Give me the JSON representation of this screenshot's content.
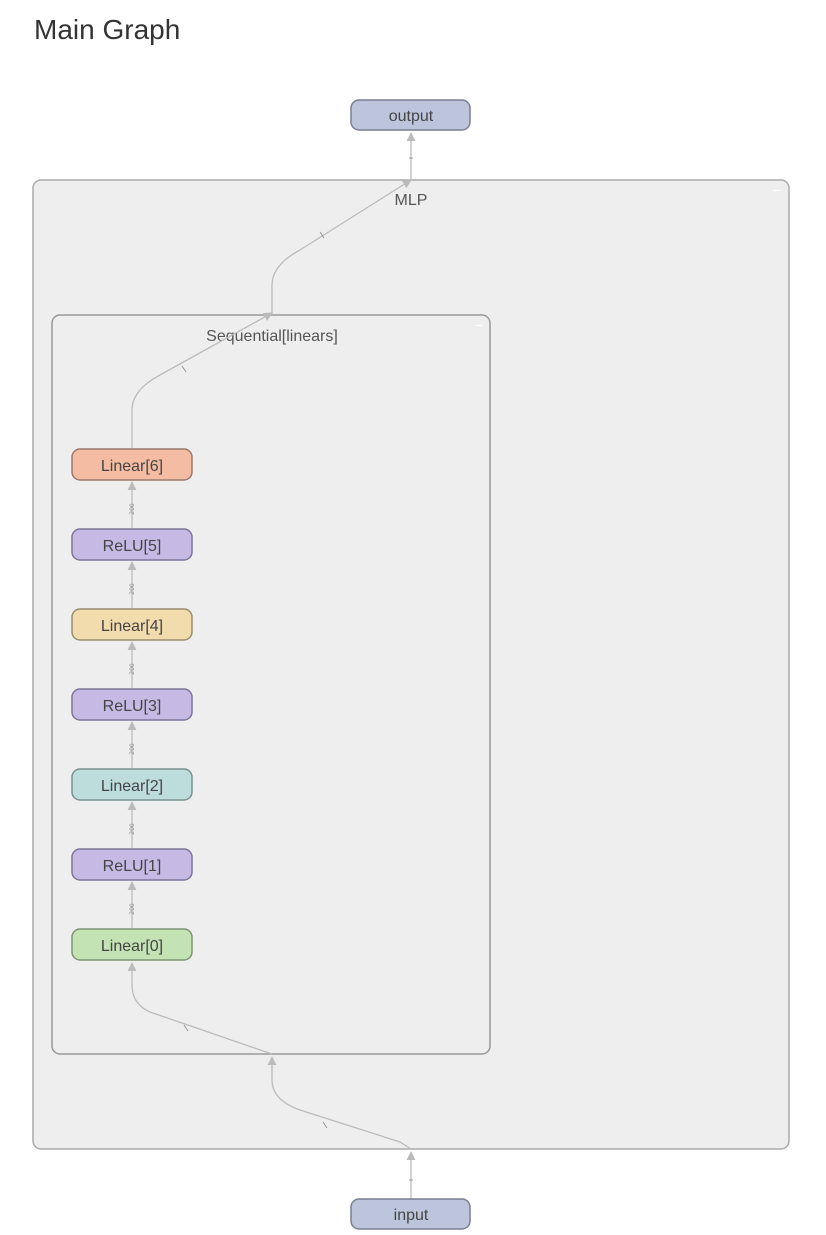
{
  "page": {
    "title": "Main Graph"
  },
  "groups": {
    "mlp": {
      "label": "MLP",
      "collapse_icon": "−"
    },
    "sequential": {
      "label": "Sequential[linears]",
      "collapse_icon": "−"
    }
  },
  "nodes": {
    "output": {
      "label": "output",
      "color": "#bcc5dc"
    },
    "input": {
      "label": "input",
      "color": "#bcc5dc"
    },
    "linear6": {
      "label": "Linear[6]",
      "color": "#f4bca3"
    },
    "relu5": {
      "label": "ReLU[5]",
      "color": "#c6b9e4"
    },
    "linear4": {
      "label": "Linear[4]",
      "color": "#f2dcae"
    },
    "relu3": {
      "label": "ReLU[3]",
      "color": "#c6b9e4"
    },
    "linear2": {
      "label": "Linear[2]",
      "color": "#bddcdc"
    },
    "relu1": {
      "label": "ReLU[1]",
      "color": "#c6b9e4"
    },
    "linear0": {
      "label": "Linear[0]",
      "color": "#c4e3b4"
    }
  },
  "edges": {
    "inner_label": "200"
  },
  "colors": {
    "group_fill": "#eeeeee",
    "group_stroke": "#aaaaaa",
    "edge": "#bbbbbb"
  }
}
